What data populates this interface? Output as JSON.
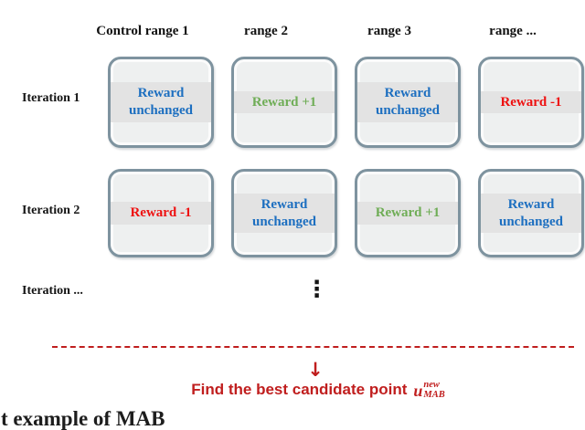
{
  "palette": {
    "blue": "#1d6fc0",
    "green": "#6fad56",
    "bright_red": "#ee1111",
    "dark_red": "#c01e1e",
    "box_border": "#7e939f",
    "box_fill": "#eef0f0",
    "band_fill": "#e3e3e3"
  },
  "diagram": {
    "column_headers": [
      "Control range 1",
      "range 2",
      "range 3",
      "range ..."
    ],
    "rows": [
      {
        "label": "Iteration 1",
        "cells": [
          {
            "text": "Reward\nunchanged",
            "color": "#1d6fc0"
          },
          {
            "text": "Reward +1",
            "color": "#6fad56"
          },
          {
            "text": "Reward\nunchanged",
            "color": "#1d6fc0"
          },
          {
            "text": "Reward -1",
            "color": "#ee1111"
          }
        ]
      },
      {
        "label": "Iteration 2",
        "cells": [
          {
            "text": "Reward -1",
            "color": "#ee1111"
          },
          {
            "text": "Reward\nunchanged",
            "color": "#1d6fc0"
          },
          {
            "text": "Reward +1",
            "color": "#6fad56"
          },
          {
            "text": "Reward\nunchanged",
            "color": "#1d6fc0"
          }
        ]
      }
    ],
    "ellipsis_row_label": "Iteration ...",
    "vertical_ellipsis": "⋮",
    "arrow_down": "↓",
    "conclusion": {
      "text": "Find the best candidate point",
      "formula": {
        "base": "u",
        "superscript": "new",
        "subscript": "MAB"
      }
    }
  },
  "caption": "t example of MAB"
}
